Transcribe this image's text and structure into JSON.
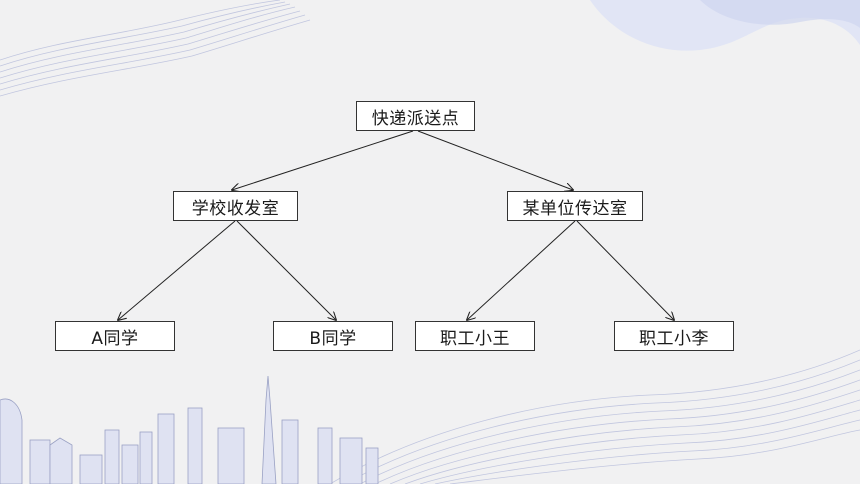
{
  "diagram": {
    "nodes": {
      "root": "快递派送点",
      "school": "学校收发室",
      "office": "某单位传达室",
      "student_a": "A同学",
      "student_b": "B同学",
      "staff_wang": "职工小王",
      "staff_li": "职工小李"
    },
    "edges": [
      [
        "root",
        "school"
      ],
      [
        "root",
        "office"
      ],
      [
        "school",
        "student_a"
      ],
      [
        "school",
        "student_b"
      ],
      [
        "office",
        "staff_wang"
      ],
      [
        "office",
        "staff_li"
      ]
    ]
  },
  "colors": {
    "background": "#f1f1f2",
    "node_border": "#333333",
    "edge": "#222222",
    "decor_lines": "#b9bfdc",
    "decor_blob": "#dfe3f5"
  }
}
